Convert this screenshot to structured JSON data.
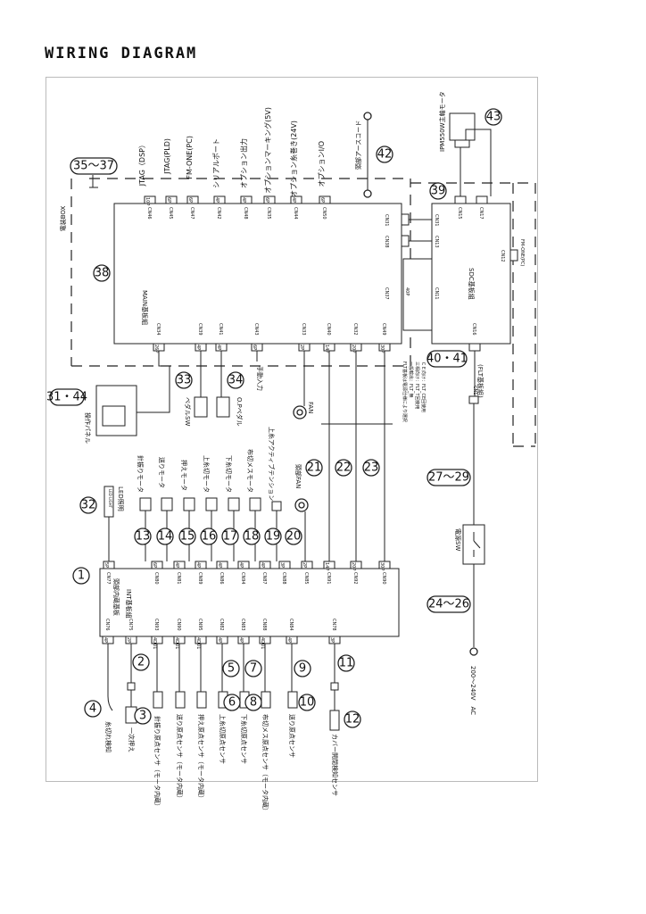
{
  "title": "WIRING DIAGRAM",
  "boards": {
    "main": {
      "name": "MAIN基板組",
      "top_connectors": [
        {
          "id": "CN46",
          "pin": "10P"
        },
        {
          "id": "CN45",
          "pin": "6P"
        },
        {
          "id": "CN47",
          "pin": "6P"
        },
        {
          "id": "CN42",
          "pin": "4P"
        },
        {
          "id": "CN48",
          "pin": "4P"
        },
        {
          "id": "CN35",
          "pin": "6P"
        },
        {
          "id": "CN44",
          "pin": "4P"
        },
        {
          "id": "CN50",
          "pin": "6P"
        }
      ],
      "top_labels": [
        "JTAG（DSP）",
        "JTAG(PLD)",
        "FM-ONE(PC)",
        "シリアルポート",
        "オプション出力",
        "オプションマーキング(5V)",
        "オプション糸巻き(24V)",
        "オプションI/O"
      ],
      "bottom_connectors": [
        {
          "id": "CN34",
          "pin": "26P"
        },
        {
          "id": "CN39",
          "pin": "4P"
        },
        {
          "id": "CN41",
          "pin": "4P"
        },
        {
          "id": "CN43",
          "pin": "6P"
        },
        {
          "id": "CN33",
          "pin": "2P"
        },
        {
          "id": "CN40",
          "pin": "14P"
        },
        {
          "id": "CN32",
          "pin": "20P"
        },
        {
          "id": "CN49",
          "pin": "30P"
        }
      ],
      "right_connectors": [
        {
          "id": "CN31",
          "pin": "3P"
        },
        {
          "id": "CN38",
          "pin": "4P"
        },
        {
          "id": "CN37",
          "pin": "40P"
        }
      ]
    },
    "sdc": {
      "name": "SDC基板組",
      "top_connectors": [
        {
          "id": "CN15",
          "pin": "8P"
        },
        {
          "id": "CN17",
          "pin": "6P"
        }
      ],
      "left_connectors": [
        {
          "id": "CN31",
          "pin": "3P"
        },
        {
          "id": "CN13",
          "pin": "4P"
        },
        {
          "id": "CN11",
          "pin": "40P"
        }
      ],
      "right_connectors": [
        {
          "id": "CN12",
          "pin": "3P"
        }
      ],
      "right_label": "FM-ONE(PC)",
      "bottom_connectors": [
        {
          "id": "CN16",
          "pin": "2P"
        }
      ]
    },
    "int": {
      "name": "INT基板組",
      "side_label": "頭部内蔵基板",
      "top_connectors": [
        {
          "id": "CN77",
          "pin": "5P"
        },
        {
          "id": "CN80",
          "pin": "6P"
        },
        {
          "id": "CN81",
          "pin": "4P"
        },
        {
          "id": "CN89",
          "pin": "4P"
        },
        {
          "id": "CN86",
          "pin": "4P"
        },
        {
          "id": "CN94",
          "pin": "4P"
        },
        {
          "id": "CN87",
          "pin": "4P"
        },
        {
          "id": "CN88",
          "pin": "3P"
        },
        {
          "id": "CN85",
          "pin": "2P"
        },
        {
          "id": "CN91",
          "pin": "14P"
        },
        {
          "id": "CN92",
          "pin": "20P"
        },
        {
          "id": "CN90",
          "pin": "30P"
        }
      ],
      "bottom_connectors": [
        {
          "id": "CN76",
          "pin": "4P"
        },
        {
          "id": "CN75",
          "pin": "2P"
        },
        {
          "id": "CN93",
          "pin": "4D01"
        },
        {
          "id": "CN90",
          "pin": "4D01"
        },
        {
          "id": "CN95",
          "pin": "4D01"
        },
        {
          "id": "CN82",
          "pin": "4P"
        },
        {
          "id": "CN83",
          "pin": "4P"
        },
        {
          "id": "CN88",
          "pin": "4D01"
        },
        {
          "id": "CN84",
          "pin": "4P"
        },
        {
          "id": "CN78",
          "pin": "3P"
        }
      ]
    }
  },
  "components": {
    "box": "電装BOX",
    "panel": "操作パネル",
    "pedal": "ペダルSW",
    "op_pedal": "O.Pペダル",
    "manual": "手動入力",
    "fan": "FAN",
    "head_fan": "頭部FAN",
    "led": "LED照明",
    "led_sub": "LED LIGHT",
    "ground": "頭部アースコード",
    "motor": "IPM550W主軸モータ",
    "flt": "(FLT基板組)",
    "flt_cn": "CN1",
    "flt_note": [
      "FLT基板は電源仕様により選択",
      "一般輸出：FLT_無",
      "三相向け：FLT_T回使用",
      "ＣＥ向け：FLT_CE回使用"
    ],
    "power_sw": "電源SW",
    "ac": "200〜240V　AC",
    "upper_motors": [
      "針振りモータ",
      "送りモータ",
      "押えモータ",
      "上糸切モータ",
      "下糸切モータ",
      "布切メスモータ",
      "上糸アクティブテンション"
    ],
    "lower_parts": [
      "糸切れ検知",
      "一次押え",
      "針振り原点センサ（モータ内蔵）",
      "送り原点センサ（モータ内蔵）",
      "押え原点センサ（モータ内蔵）",
      "上糸切原点センサ",
      "下糸切原点センサ",
      "布切メス原点センサ（モータ内蔵）",
      "送り原点センサ",
      "カバー開閉検知センサ"
    ]
  },
  "callouts": {
    "c1": "1",
    "c2": "2",
    "c3": "3",
    "c4": "4",
    "c5": "5",
    "c6": "6",
    "c7": "7",
    "c8": "8",
    "c9": "9",
    "c10": "10",
    "c11": "11",
    "c12": "12",
    "c13": "13",
    "c14": "14",
    "c15": "15",
    "c16": "16",
    "c17": "17",
    "c18": "18",
    "c19": "19",
    "c20": "20",
    "c21": "21",
    "c22": "22",
    "c23": "23",
    "c24_26": "24～26",
    "c27_29": "27～29",
    "c31_44": "31・44",
    "c32": "32",
    "c33": "33",
    "c34": "34",
    "c35_37": "35～37",
    "c38": "38",
    "c39": "39",
    "c40_41": "40・41",
    "c42": "42",
    "c43": "43"
  }
}
